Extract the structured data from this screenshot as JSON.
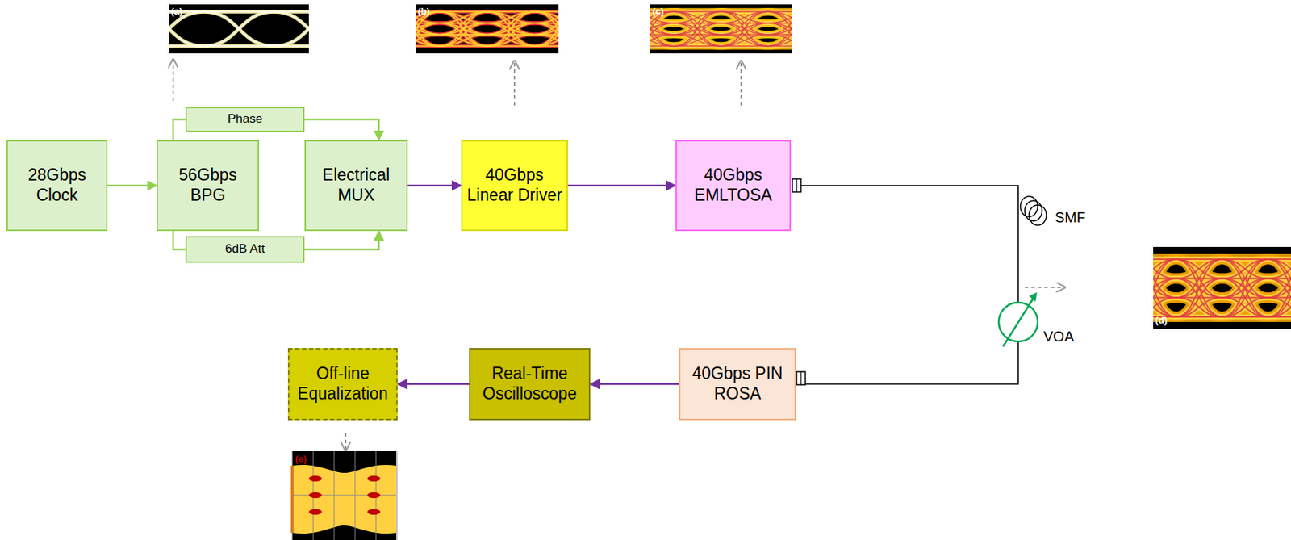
{
  "diagram": {
    "nodes": [
      {
        "text": [
          "28Gbps Clock"
        ]
      },
      {
        "text": [
          "56Gbps BPG"
        ]
      },
      {
        "text": [
          "Phase"
        ]
      },
      {
        "text": [
          "6dB Att"
        ]
      },
      {
        "text": [
          "Electrical MUX"
        ]
      },
      {
        "text": [
          "40Gbps Linear Driver"
        ]
      },
      {
        "text": [
          "40Gbps EMLTOSA"
        ]
      },
      {
        "text": [
          "40Gbps PIN ROSA"
        ]
      },
      {
        "text": [
          "Real-Time Oscilloscope"
        ]
      },
      {
        "text": [
          "Off-line Equalization"
        ]
      }
    ],
    "edges": [
      {
        "from": 0,
        "to": 1,
        "arrow": "to"
      },
      {
        "from": 1,
        "to": 2,
        "arrow": "none"
      },
      {
        "from": 2,
        "to": 4,
        "arrow": "to"
      },
      {
        "from": 1,
        "to": 3,
        "arrow": "none"
      },
      {
        "from": 3,
        "to": 4,
        "arrow": "to"
      },
      {
        "from": 4,
        "to": 5,
        "arrow": "to"
      },
      {
        "from": 5,
        "to": 6,
        "arrow": "to"
      },
      {
        "from": 6,
        "to": 7,
        "arrow": "none"
      },
      {
        "from": 7,
        "to": 8,
        "arrow": "to"
      },
      {
        "from": 8,
        "to": 9,
        "arrow": "to"
      }
    ],
    "labels": [
      "(a)",
      "(b)",
      "(c)",
      "(d)",
      "(e)",
      "SMF",
      "VOA"
    ]
  }
}
